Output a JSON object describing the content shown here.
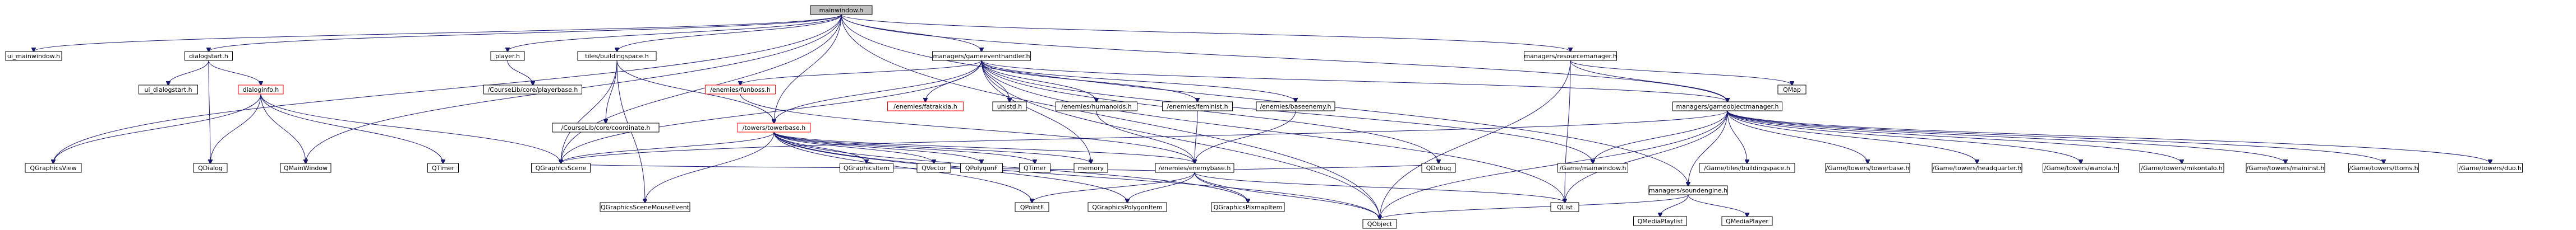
{
  "diagram": {
    "nodes": [
      {
        "id": "mainwindow",
        "label": "mainwindow.h",
        "style": "root"
      },
      {
        "id": "ui_mainwindow",
        "label": "ui_mainwindow.h",
        "style": "plain"
      },
      {
        "id": "dialogstart",
        "label": "dialogstart.h",
        "style": "doc"
      },
      {
        "id": "player",
        "label": "player.h",
        "style": "doc"
      },
      {
        "id": "tilesbuilding",
        "label": "tiles/buildingspace.h",
        "style": "doc"
      },
      {
        "id": "gameeventhandler",
        "label": "managers/gameeventhandler.h",
        "style": "doc"
      },
      {
        "id": "resourcemanager",
        "label": "managers/resourcemanager.h",
        "style": "doc"
      },
      {
        "id": "ui_dialogstart",
        "label": "ui_dialogstart.h",
        "style": "plain"
      },
      {
        "id": "dialoginfo",
        "label": "dialoginfo.h",
        "style": "red"
      },
      {
        "id": "courseplayerbase",
        "label": "/CourseLib/core/playerbase.h",
        "style": "plain"
      },
      {
        "id": "coursecoordinate",
        "label": "/CourseLib/core/coordinate.h",
        "style": "plain"
      },
      {
        "id": "funboss",
        "label": "/enemies/funboss.h",
        "style": "red"
      },
      {
        "id": "towerbase",
        "label": "/towers/towerbase.h",
        "style": "red"
      },
      {
        "id": "fatrakkia",
        "label": "/enemies/fatrakkia.h",
        "style": "red"
      },
      {
        "id": "unistd",
        "label": "unistd.h",
        "style": "plain"
      },
      {
        "id": "humanoids",
        "label": "/enemies/humanoids.h",
        "style": "doc"
      },
      {
        "id": "feminist",
        "label": "/enemies/feminist.h",
        "style": "doc"
      },
      {
        "id": "baseenemy",
        "label": "/enemies/baseenemy.h",
        "style": "doc"
      },
      {
        "id": "qmap",
        "label": "QMap",
        "style": "plain"
      },
      {
        "id": "gameobjectmanager",
        "label": "managers/gameobjectmanager.h",
        "style": "doc"
      },
      {
        "id": "qgraphicsview",
        "label": "QGraphicsView",
        "style": "plain"
      },
      {
        "id": "qdialog",
        "label": "QDialog",
        "style": "plain"
      },
      {
        "id": "qmainwindow",
        "label": "QMainWindow",
        "style": "plain"
      },
      {
        "id": "qtimer",
        "label": "QTimer",
        "style": "plain"
      },
      {
        "id": "qgraphicsscene",
        "label": "QGraphicsScene",
        "style": "plain"
      },
      {
        "id": "qgraphicsitem",
        "label": "QGraphicsItem",
        "style": "plain"
      },
      {
        "id": "qvector",
        "label": "QVector",
        "style": "plain"
      },
      {
        "id": "qpolygonf",
        "label": "QPolygonF",
        "style": "plain"
      },
      {
        "id": "qtimer2",
        "label": "QTimer",
        "style": "plain"
      },
      {
        "id": "memory",
        "label": "memory",
        "style": "plain"
      },
      {
        "id": "enemybase",
        "label": "/enemies/enemybase.h",
        "style": "doc"
      },
      {
        "id": "qdebug",
        "label": "QDebug",
        "style": "plain"
      },
      {
        "id": "game_mainwindow",
        "label": "/Game/mainwindow.h",
        "style": "plain"
      },
      {
        "id": "game_buildingspace",
        "label": "/Game/tiles/buildingspace.h",
        "style": "plain"
      },
      {
        "id": "game_towerbase",
        "label": "/Game/towers/towerbase.h",
        "style": "plain"
      },
      {
        "id": "game_headquarter",
        "label": "/Game/towers/headquarter.h",
        "style": "plain"
      },
      {
        "id": "game_wanola",
        "label": "/Game/towers/wanola.h",
        "style": "plain"
      },
      {
        "id": "game_mikontalo",
        "label": "/Game/towers/mikontalo.h",
        "style": "plain"
      },
      {
        "id": "game_maininst",
        "label": "/Game/towers/maininst.h",
        "style": "plain"
      },
      {
        "id": "game_ttoms",
        "label": "/Game/towers/ttoms.h",
        "style": "plain"
      },
      {
        "id": "game_duo",
        "label": "/Game/towers/duo.h",
        "style": "plain"
      },
      {
        "id": "qgraphicsscenemouse",
        "label": "QGraphicsSceneMouseEvent",
        "style": "plain"
      },
      {
        "id": "qpointf",
        "label": "QPointF",
        "style": "plain"
      },
      {
        "id": "qgraphicspolygonitem",
        "label": "QGraphicsPolygonItem",
        "style": "plain"
      },
      {
        "id": "qgraphicspixmapitem",
        "label": "QGraphicsPixmapItem",
        "style": "plain"
      },
      {
        "id": "qlist",
        "label": "QList",
        "style": "plain"
      },
      {
        "id": "soundengine",
        "label": "managers/soundengine.h",
        "style": "doc"
      },
      {
        "id": "qobject",
        "label": "QObject",
        "style": "plain"
      },
      {
        "id": "qmediaplaylist",
        "label": "QMediaPlaylist",
        "style": "plain"
      },
      {
        "id": "qmediaplayer",
        "label": "QMediaPlayer",
        "style": "plain"
      }
    ],
    "edges": [
      [
        "mainwindow",
        "ui_mainwindow"
      ],
      [
        "mainwindow",
        "dialogstart"
      ],
      [
        "mainwindow",
        "player"
      ],
      [
        "mainwindow",
        "tilesbuilding"
      ],
      [
        "mainwindow",
        "gameeventhandler"
      ],
      [
        "mainwindow",
        "resourcemanager"
      ],
      [
        "mainwindow",
        "qgraphicsview"
      ],
      [
        "mainwindow",
        "qmainwindow"
      ],
      [
        "mainwindow",
        "qgraphicsscene"
      ],
      [
        "mainwindow",
        "qobject"
      ],
      [
        "mainwindow",
        "soundengine"
      ],
      [
        "mainwindow",
        "gameobjectmanager"
      ],
      [
        "mainwindow",
        "towerbase"
      ],
      [
        "dialogstart",
        "ui_dialogstart"
      ],
      [
        "dialogstart",
        "dialoginfo"
      ],
      [
        "dialogstart",
        "qdialog"
      ],
      [
        "dialoginfo",
        "qgraphicsview"
      ],
      [
        "dialoginfo",
        "qdialog"
      ],
      [
        "dialoginfo",
        "qmainwindow"
      ],
      [
        "dialoginfo",
        "qgraphicsscene"
      ],
      [
        "dialoginfo",
        "qtimer"
      ],
      [
        "player",
        "courseplayerbase"
      ],
      [
        "tilesbuilding",
        "coursecoordinate"
      ],
      [
        "tilesbuilding",
        "towerbase"
      ],
      [
        "tilesbuilding",
        "qgraphicsscenemouse"
      ],
      [
        "tilesbuilding",
        "qgraphicsscene"
      ],
      [
        "gameeventhandler",
        "funboss"
      ],
      [
        "gameeventhandler",
        "towerbase"
      ],
      [
        "gameeventhandler",
        "fatrakkia"
      ],
      [
        "gameeventhandler",
        "unistd"
      ],
      [
        "gameeventhandler",
        "humanoids"
      ],
      [
        "gameeventhandler",
        "feminist"
      ],
      [
        "gameeventhandler",
        "baseenemy"
      ],
      [
        "gameeventhandler",
        "gameobjectmanager"
      ],
      [
        "gameeventhandler",
        "qgraphicsscene"
      ],
      [
        "gameeventhandler",
        "memory"
      ],
      [
        "gameeventhandler",
        "qdebug"
      ],
      [
        "gameeventhandler",
        "qobject"
      ],
      [
        "gameeventhandler",
        "game_mainwindow"
      ],
      [
        "gameeventhandler",
        "qlist"
      ],
      [
        "resourcemanager",
        "qmap"
      ],
      [
        "resourcemanager",
        "gameobjectmanager"
      ],
      [
        "resourcemanager",
        "qobject"
      ],
      [
        "resourcemanager",
        "qlist"
      ],
      [
        "funboss",
        "enemybase"
      ],
      [
        "towerbase",
        "qgraphicsscene"
      ],
      [
        "towerbase",
        "qgraphicsitem"
      ],
      [
        "towerbase",
        "qvector"
      ],
      [
        "towerbase",
        "qpolygonf"
      ],
      [
        "towerbase",
        "qtimer2"
      ],
      [
        "towerbase",
        "memory"
      ],
      [
        "towerbase",
        "qgraphicsscenemouse"
      ],
      [
        "towerbase",
        "qpointf"
      ],
      [
        "towerbase",
        "qgraphicspolygonitem"
      ],
      [
        "towerbase",
        "qgraphicspixmapitem"
      ],
      [
        "towerbase",
        "qobject"
      ],
      [
        "towerbase",
        "enemybase"
      ],
      [
        "humanoids",
        "enemybase"
      ],
      [
        "feminist",
        "enemybase"
      ],
      [
        "baseenemy",
        "enemybase"
      ],
      [
        "enemybase",
        "qpointf"
      ],
      [
        "enemybase",
        "qgraphicspolygonitem"
      ],
      [
        "enemybase",
        "qgraphicspixmapitem"
      ],
      [
        "enemybase",
        "qlist"
      ],
      [
        "enemybase",
        "qobject"
      ],
      [
        "enemybase",
        "qgraphicsscene"
      ],
      [
        "enemybase",
        "qdebug"
      ],
      [
        "gameobjectmanager",
        "game_mainwindow"
      ],
      [
        "gameobjectmanager",
        "game_buildingspace"
      ],
      [
        "gameobjectmanager",
        "game_towerbase"
      ],
      [
        "gameobjectmanager",
        "game_headquarter"
      ],
      [
        "gameobjectmanager",
        "game_wanola"
      ],
      [
        "gameobjectmanager",
        "game_mikontalo"
      ],
      [
        "gameobjectmanager",
        "game_maininst"
      ],
      [
        "gameobjectmanager",
        "game_ttoms"
      ],
      [
        "gameobjectmanager",
        "game_duo"
      ],
      [
        "gameobjectmanager",
        "qlist"
      ],
      [
        "gameobjectmanager",
        "qobject"
      ],
      [
        "gameobjectmanager",
        "soundengine"
      ],
      [
        "gameobjectmanager",
        "qgraphicsscene"
      ],
      [
        "soundengine",
        "qobject"
      ],
      [
        "soundengine",
        "qmediaplaylist"
      ],
      [
        "soundengine",
        "qmediaplayer"
      ]
    ]
  }
}
